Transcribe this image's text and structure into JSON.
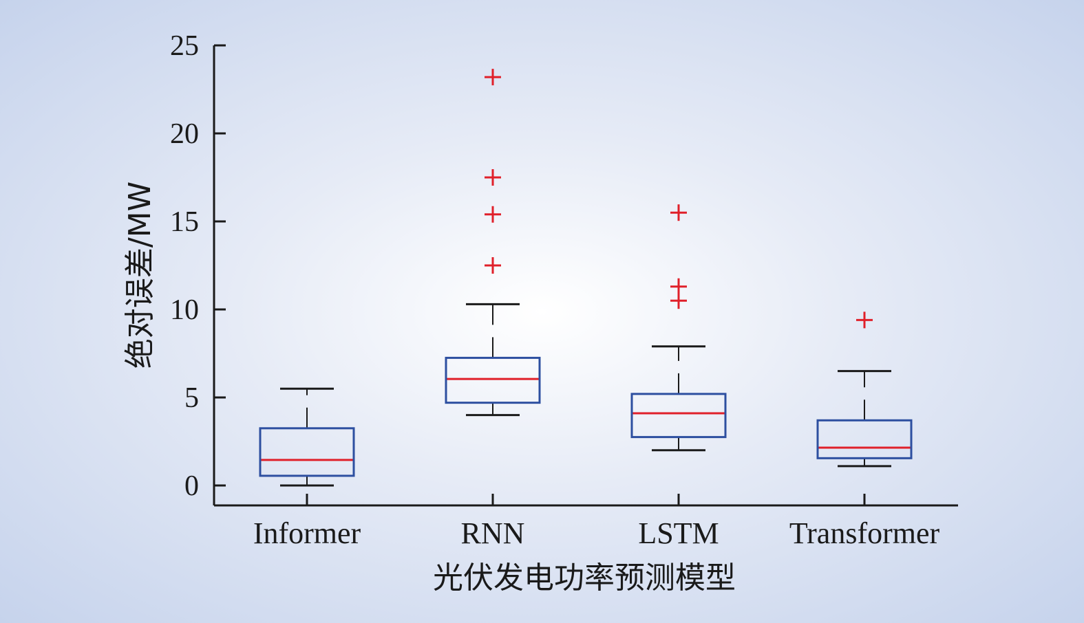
{
  "chart_data": {
    "type": "box",
    "title": "",
    "xlabel": "光伏发电功率预测模型",
    "ylabel": "绝对误差/MW",
    "ylim": [
      -1.2,
      25
    ],
    "yticks": [
      0,
      5,
      10,
      15,
      20,
      25
    ],
    "grid": false,
    "legend": "none",
    "categories": [
      "Informer",
      "RNN",
      "LSTM",
      "Transformer"
    ],
    "series": [
      {
        "category": "Informer",
        "whisker_low": 0.0,
        "q1": 0.55,
        "median": 1.45,
        "q3": 3.25,
        "whisker_high": 5.5,
        "outliers": []
      },
      {
        "category": "RNN",
        "whisker_low": 4.0,
        "q1": 4.7,
        "median": 6.05,
        "q3": 7.25,
        "whisker_high": 10.3,
        "outliers": [
          12.5,
          15.4,
          17.5,
          23.2
        ]
      },
      {
        "category": "LSTM",
        "whisker_low": 2.0,
        "q1": 2.75,
        "median": 4.1,
        "q3": 5.2,
        "whisker_high": 7.9,
        "outliers": [
          10.5,
          11.3,
          15.5
        ]
      },
      {
        "category": "Transformer",
        "whisker_low": 1.1,
        "q1": 1.55,
        "median": 2.15,
        "q3": 3.7,
        "whisker_high": 6.5,
        "outliers": [
          9.4
        ]
      }
    ],
    "colors": {
      "box": "#2d4fa0",
      "median": "#e0202a",
      "outlier": "#e0202a",
      "whisker": "#1a1a1a",
      "axis": "#1a1a1a"
    }
  }
}
